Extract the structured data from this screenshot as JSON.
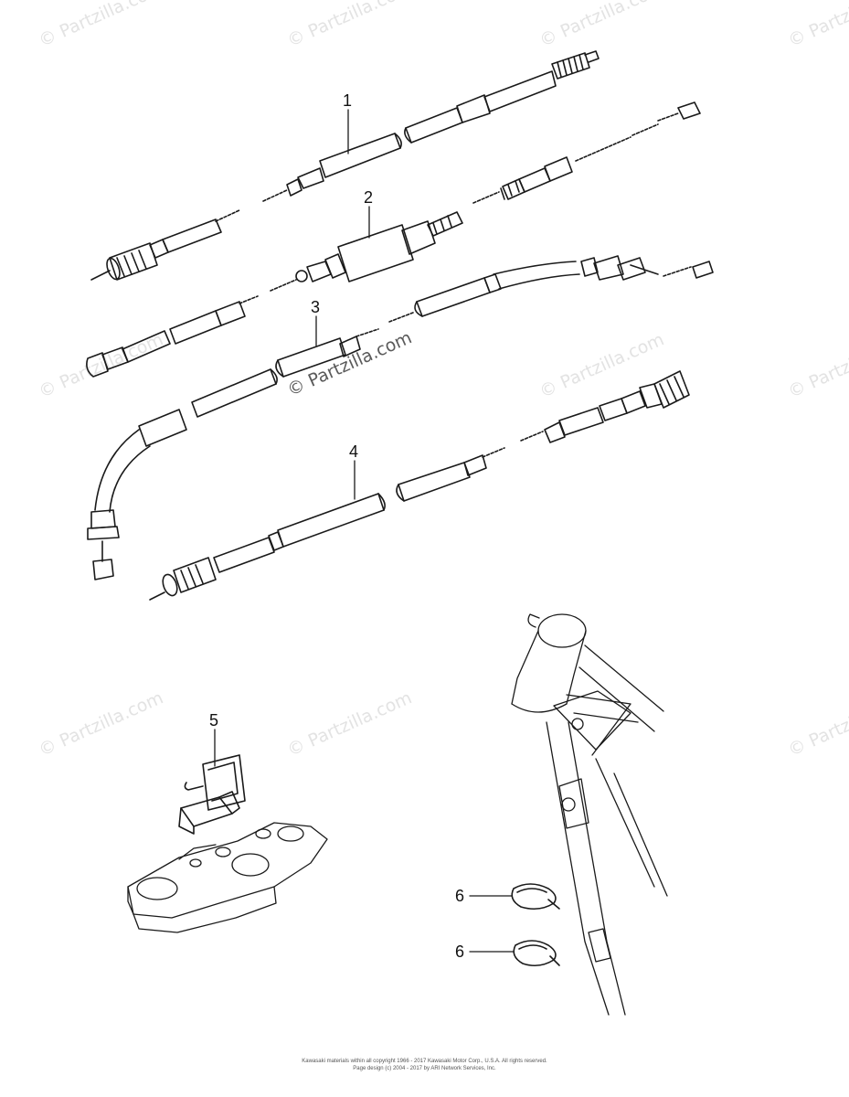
{
  "watermark": "© Partzilla.com",
  "callouts": {
    "c1": "1",
    "c2": "2",
    "c3": "3",
    "c4": "4",
    "c5": "5",
    "c6a": "6",
    "c6b": "6"
  },
  "footer": {
    "line1": "Kawasaki materials within all copyright 1966 - 2017 Kawasaki Motor Corp., U.S.A. All rights reserved.",
    "line2": "Page design (c) 2004 - 2017 by ARI Network Services, Inc."
  },
  "colors": {
    "line": "#1a1a1a",
    "watermark": "#e3e3e3"
  }
}
